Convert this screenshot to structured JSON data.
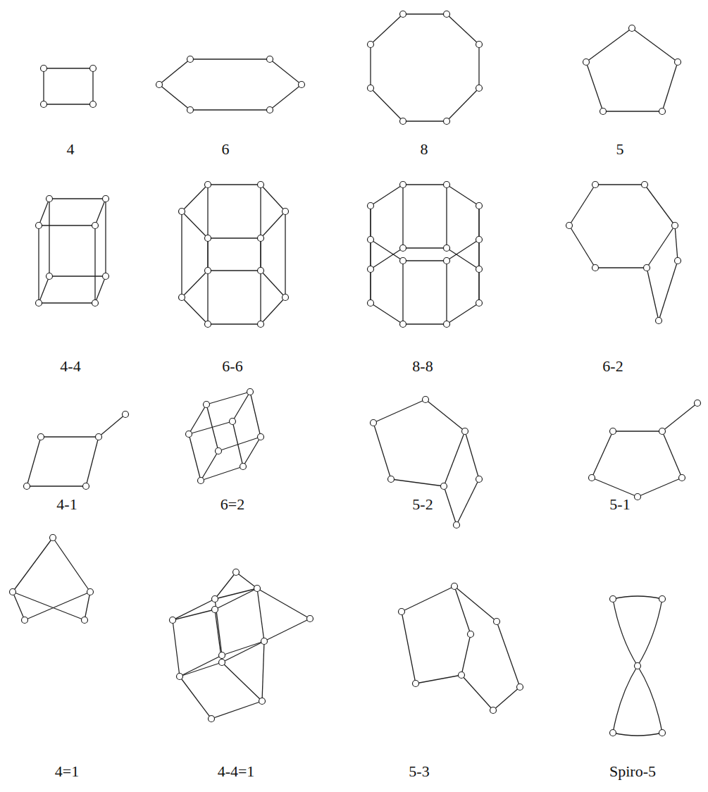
{
  "diagram": {
    "labels": [
      "4",
      "6",
      "8",
      "5",
      "4-4",
      "6-6",
      "8-8",
      "6-2",
      "4-1",
      "6=2",
      "5-2",
      "5-1",
      "4=1",
      "4-4=1",
      "5-3",
      "Spiro-5"
    ]
  }
}
